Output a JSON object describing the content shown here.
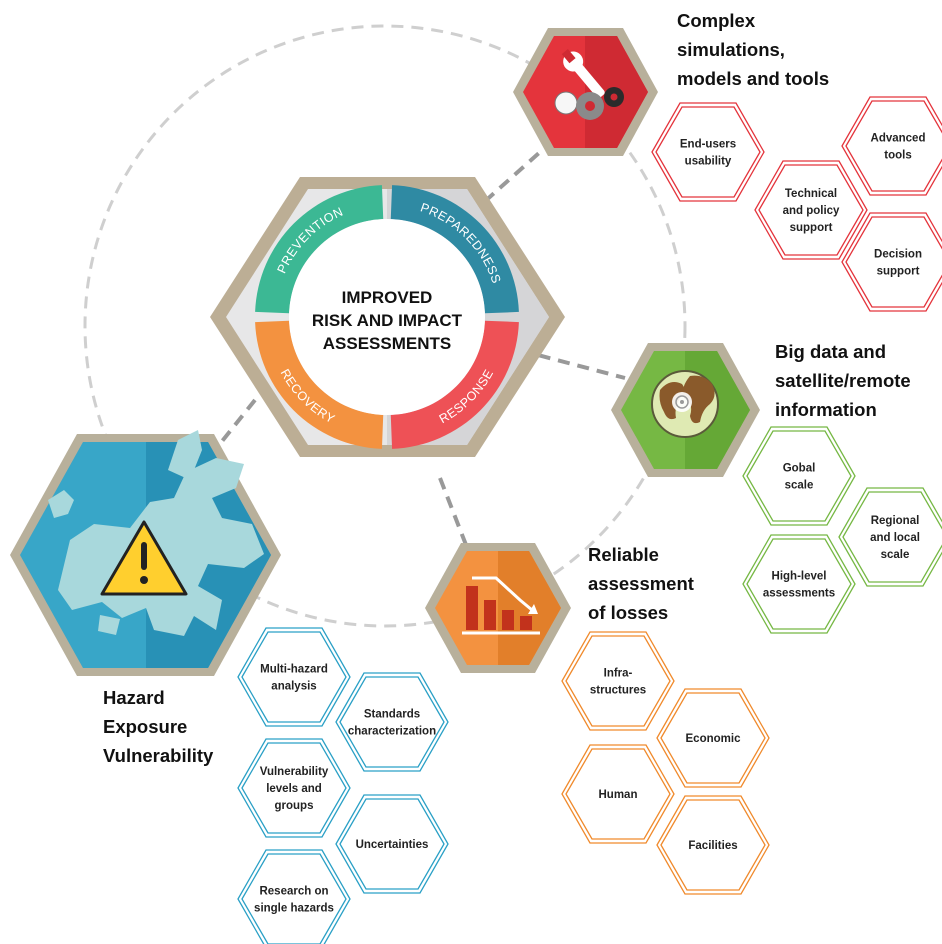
{
  "center": {
    "title_lines": [
      "IMPROVED",
      "RISK AND IMPACT",
      "ASSESSMENTS"
    ],
    "ring": [
      "PREVENTION",
      "PREPAREDNESS",
      "RESPONSE",
      "RECOVERY"
    ],
    "ring_colors": [
      "#3cb894",
      "#2f8aa3",
      "#ee5156",
      "#f39240"
    ]
  },
  "hubs": {
    "models": {
      "title_lines": [
        "Complex",
        "simulations,",
        "models and tools"
      ],
      "icon": "wrench-gears-icon",
      "color": "#e4343c",
      "items": [
        [
          "End-users",
          "usability"
        ],
        [
          "Advanced",
          "tools"
        ],
        [
          "Technical",
          "and policy",
          "support"
        ],
        [
          "Decision",
          "support"
        ]
      ]
    },
    "bigdata": {
      "title_lines": [
        "Big data and",
        "satellite/remote",
        "information"
      ],
      "icon": "globe-target-icon",
      "color": "#76b844",
      "items": [
        [
          "Gobal",
          "scale"
        ],
        [
          "Regional",
          "and local",
          "scale"
        ],
        [
          "High-level",
          "assessments"
        ]
      ]
    },
    "losses": {
      "title_lines": [
        "Reliable",
        "assessment",
        "of losses"
      ],
      "icon": "declining-bar-chart-icon",
      "color": "#f08a2c",
      "items": [
        [
          "Infra-",
          "structures"
        ],
        [
          "Economic"
        ],
        [
          "Human"
        ],
        [
          "Facilities"
        ]
      ]
    },
    "hazard": {
      "title_lines": [
        "Hazard",
        "Exposure",
        "Vulnerability"
      ],
      "icon": "europe-map-warning-icon",
      "color": "#2aa0c6",
      "items": [
        [
          "Multi-hazard",
          "analysis"
        ],
        [
          "Standards",
          "characterization"
        ],
        [
          "Vulnerability",
          "levels and",
          "groups"
        ],
        [
          "Uncertainties"
        ],
        [
          "Research on",
          "single hazards"
        ]
      ]
    }
  }
}
